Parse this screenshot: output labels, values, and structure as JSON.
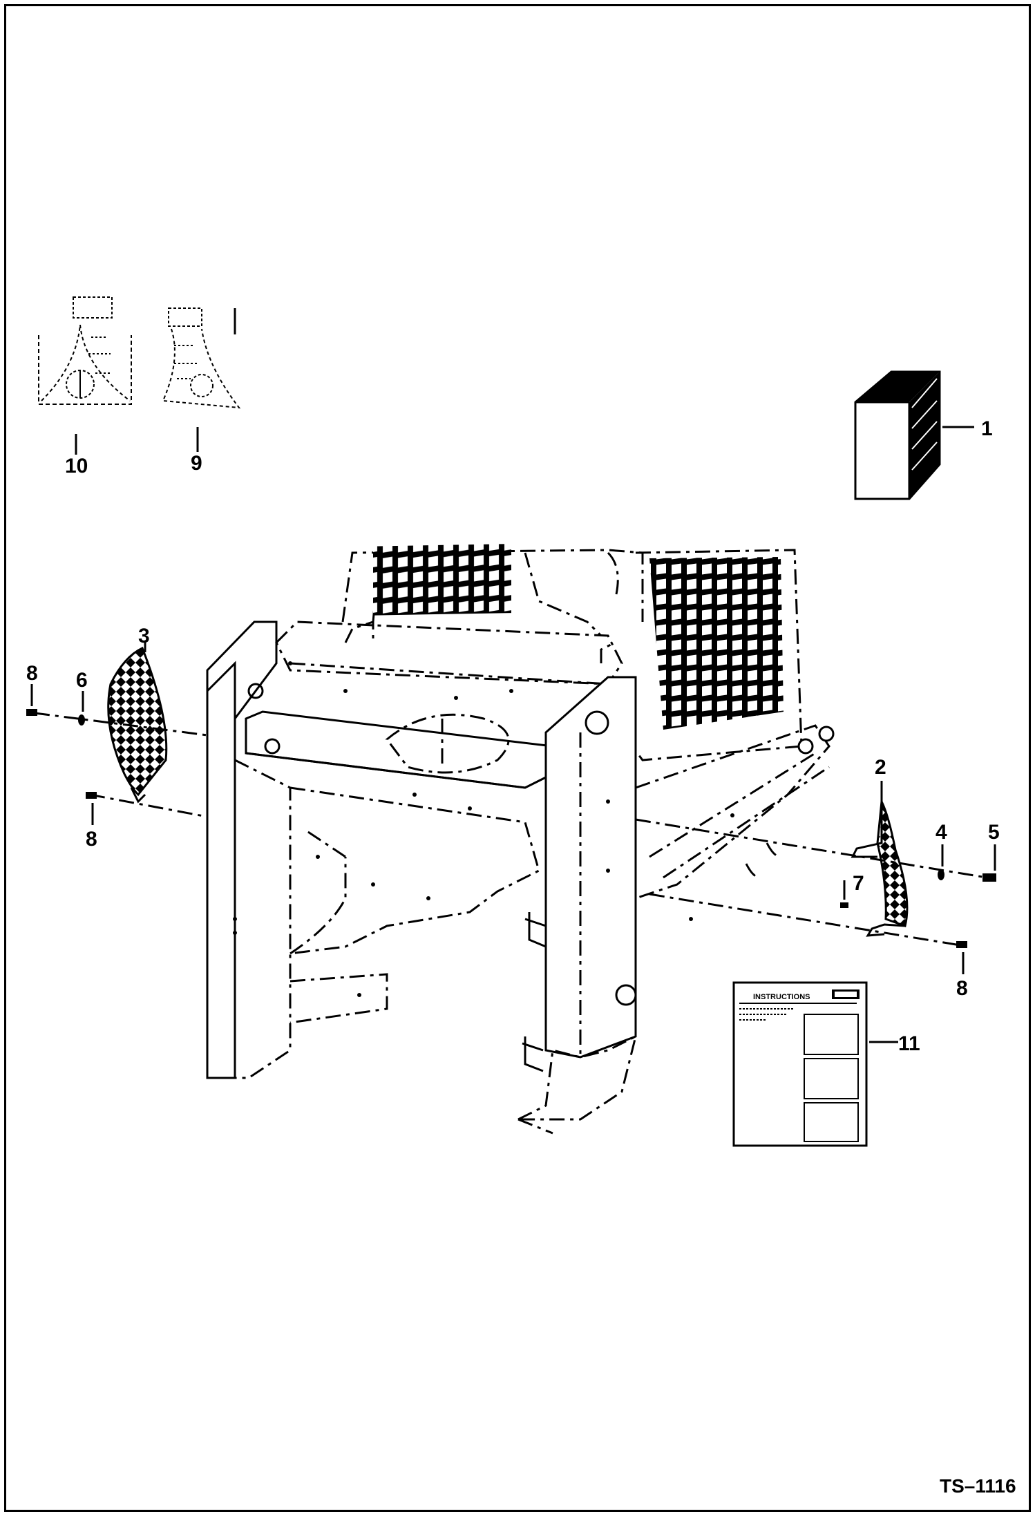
{
  "drawing_code": "TS–1116",
  "callouts": {
    "c1": "1",
    "c2": "2",
    "c3": "3",
    "c4": "4",
    "c5": "5",
    "c6": "6",
    "c7": "7",
    "c8a": "8",
    "c8b": "8",
    "c8c": "8",
    "c9": "9",
    "c10": "10",
    "c11": "11"
  },
  "instruction_decal": {
    "heading": "INSTRUCTIONS"
  },
  "colors": {
    "line": "#000000",
    "background": "#ffffff"
  }
}
